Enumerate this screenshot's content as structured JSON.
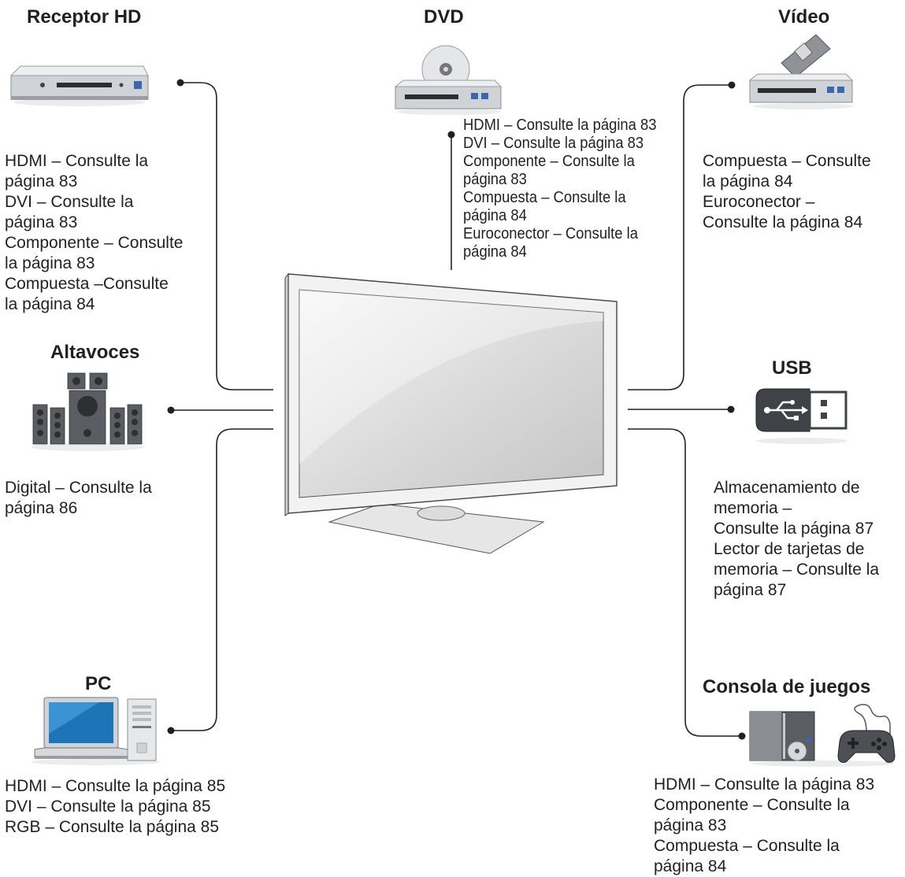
{
  "devices": {
    "hd_receiver": {
      "title": "Receptor HD",
      "lines": [
        "HDMI – Consulte la",
        "página 83",
        "DVI – Consulte la",
        "página 83",
        "Componente – Consulte",
        "la página 83",
        "Compuesta –Consulte",
        "la página 84"
      ]
    },
    "dvd": {
      "title": "DVD",
      "lines": [
        "HDMI – Consulte la página 83",
        "DVI – Consulte la página 83",
        "Componente – Consulte la",
        "página 83",
        "Compuesta – Consulte la",
        "página 84",
        "Euroconector –  Consulte la",
        "página 84"
      ]
    },
    "video": {
      "title": "Vídeo",
      "lines": [
        "Compuesta – Consulte",
        "la página 84",
        "Euroconector –",
        "Consulte la página 84"
      ]
    },
    "speakers": {
      "title": "Altavoces",
      "lines": [
        "Digital – Consulte la",
        "página 86"
      ]
    },
    "usb": {
      "title": "USB",
      "lines": [
        "Almacenamiento de",
        "memoria –",
        "Consulte la página 87",
        "Lector de tarjetas de",
        "memoria – Consulte la",
        "página 87"
      ]
    },
    "pc": {
      "title": "PC",
      "lines": [
        "HDMI – Consulte la página 85",
        "DVI – Consulte la página 85",
        "RGB – Consulte la página 85"
      ]
    },
    "game_console": {
      "title": "Consola de juegos",
      "lines": [
        "HDMI – Consulte la página 83",
        "Componente – Consulte la",
        "página 83",
        "Compuesta – Consulte la",
        "página 84"
      ]
    }
  },
  "icons": {
    "hd_receiver": "set-top-box-icon",
    "dvd": "dvd-player-icon",
    "video": "vcr-icon",
    "speakers": "speaker-system-icon",
    "usb": "usb-drive-icon",
    "pc": "laptop-and-tower-icon",
    "game_console": "console-and-gamepad-icon",
    "tv": "flat-tv-icon"
  }
}
